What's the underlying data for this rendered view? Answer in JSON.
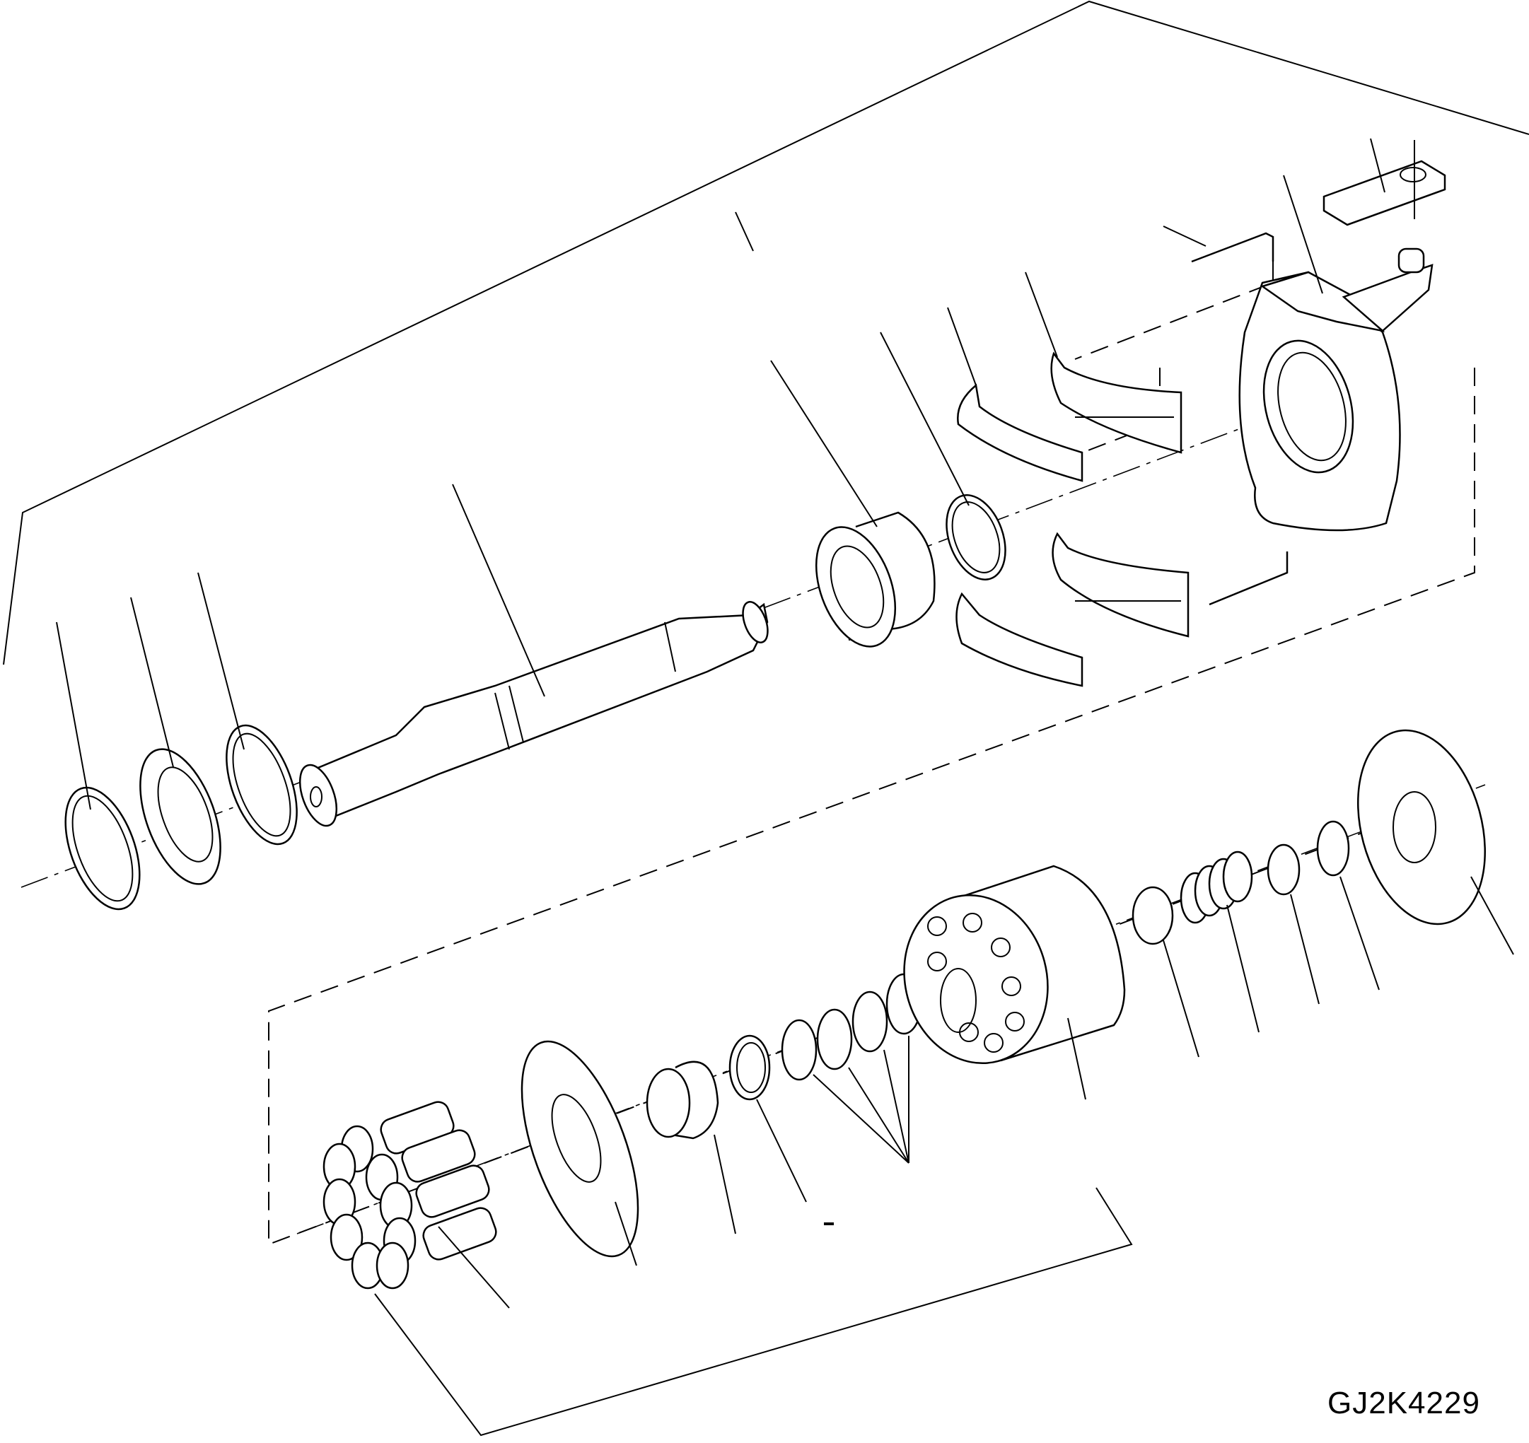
{
  "diagram": {
    "type": "exploded-parts-view",
    "subject": "hydraulic piston pump rotating group",
    "drawing_id": "GJ2K4229",
    "stray_mark": "-",
    "line_color": "#000000",
    "background": "#ffffff",
    "upper_group": {
      "parts": [
        "snap-ring",
        "seal-collar",
        "snap-ring",
        "drive-shaft",
        "ball-bearing",
        "snap-ring",
        "shoe-upper",
        "roller-bearing-upper",
        "shoe-lower",
        "roller-bearing-lower",
        "swash-plate-cradle",
        "pin-upper",
        "pin-lower",
        "plate",
        "pin"
      ]
    },
    "lower_group": {
      "parts": [
        "piston-shoe-assembly-x9",
        "retainer-plate",
        "spherical-bushing",
        "washer",
        "shim-set",
        "cylinder-block",
        "washer",
        "spring",
        "washer",
        "snap-ring",
        "valve-plate"
      ]
    }
  }
}
